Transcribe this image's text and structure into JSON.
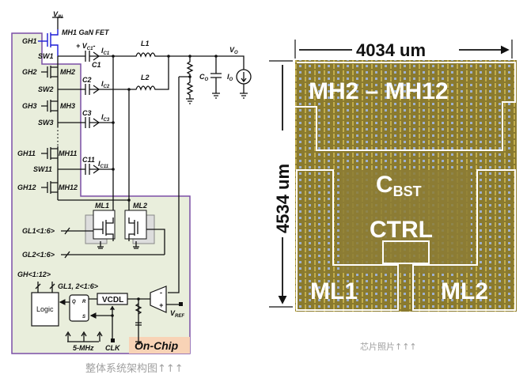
{
  "schematic": {
    "vin": "V",
    "vin_sub": "IN",
    "mh1_label": "MH1 GaN FET",
    "gate_labels": [
      "GH1",
      "GH2",
      "GH3",
      "GH11",
      "GH12"
    ],
    "switch_labels": [
      "SW1",
      "SW2",
      "SW3",
      "SW11"
    ],
    "fet_labels": [
      "MH2",
      "MH3",
      "MH11",
      "MH12"
    ],
    "vc1_label": "+ V",
    "vc1_sub": "C1",
    "vc1_suffix": "-",
    "cap_labels": [
      "C1",
      "C2",
      "C3",
      "C11"
    ],
    "current_labels": [
      "I",
      "I",
      "I",
      "I"
    ],
    "current_subs": [
      "C1",
      "C2",
      "C3",
      "C11"
    ],
    "inductors": [
      "L1",
      "L2"
    ],
    "vo": "V",
    "vo_sub": "O",
    "co": "C",
    "co_sub": "O",
    "io": "I",
    "io_sub": "O",
    "low_side": [
      "ML1",
      "ML2"
    ],
    "gl1": "GL1<1:6>",
    "gl2": "GL2<1:6>",
    "gh_bus": "GH<1:12>",
    "gl_bus": "GL1, 2<1:6>",
    "logic": "Logic",
    "sr": {
      "q": "Q",
      "r": "R",
      "s": "S"
    },
    "vcdl": "VCDL",
    "opamp_minus": "-",
    "opamp_plus": "+",
    "vref": "V",
    "vref_sub": "REF",
    "freq": "5-MHz",
    "clk": "CLK",
    "on_chip": "On-Chip",
    "caption": "整体系统架构图↑↑↑",
    "colors": {
      "outline": "#7b4fa6",
      "fill": "#e9eedc",
      "onchip": "#f8d3b6",
      "gan": "#1a1ad6"
    }
  },
  "chip_photo": {
    "width_label": "4034 um",
    "height_label": "4534 um",
    "regions": {
      "mh": "MH2 – MH12",
      "cbst": "C",
      "cbst_sub": "BST",
      "ctrl": "CTRL",
      "ml1": "ML1",
      "ml2": "ML2"
    },
    "caption": "芯片照片↑↑↑"
  }
}
